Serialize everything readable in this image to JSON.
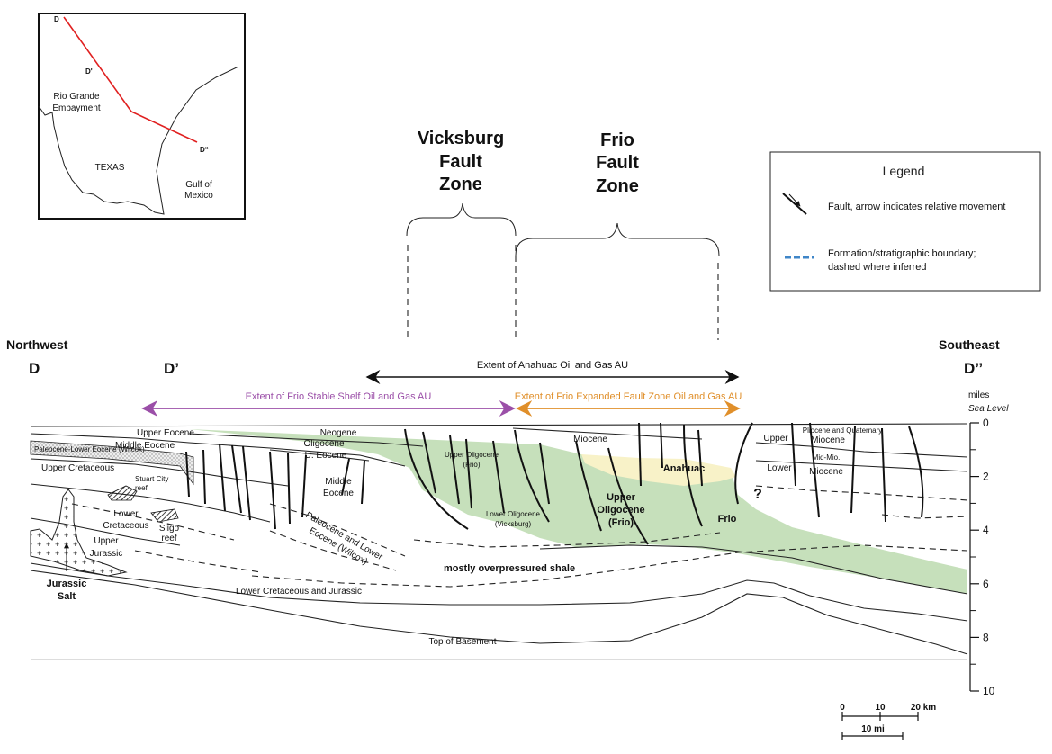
{
  "inset_map": {
    "label_d": "D",
    "label_d_prime": "D'",
    "label_d_double": "D“",
    "embayment": [
      "Rio Grande",
      "Embayment"
    ],
    "texas": "TEXAS",
    "gulf": [
      "Gulf of",
      "Mexico"
    ],
    "line_color": "#e02020"
  },
  "zones": {
    "vicksburg": [
      "Vicksburg",
      "Fault",
      "Zone"
    ],
    "frio": [
      "Frio",
      "Fault",
      "Zone"
    ]
  },
  "legend": {
    "title": "Legend",
    "fault": "Fault, arrow indicates relative movement",
    "boundary": [
      "Formation/stratigraphic boundary;",
      "dashed where inferred"
    ],
    "boundary_color": "#3f86c8"
  },
  "section": {
    "northwest": "Northwest",
    "southeast": "Southeast",
    "d": "D",
    "d_prime": "D’",
    "d_double": "D’’",
    "anahuac_extent": "Extent of Anahuac Oil and Gas AU",
    "stable_shelf_extent": "Extent of Frio Stable Shelf Oil and Gas AU",
    "expanded_extent": "Extent of Frio Expanded Fault Zone Oil and Gas AU",
    "stable_color": "#9b4fa8",
    "expanded_color": "#e08f2a",
    "frio_fill": "#c6e0bb",
    "anahuac_fill": "#f8f2c8"
  },
  "depth_axis": {
    "unit": "miles",
    "datum": "Sea Level",
    "ticks": [
      "0",
      "2",
      "4",
      "6",
      "8",
      "10"
    ]
  },
  "units": {
    "upper_eocene": "Upper Eocene",
    "middle_eocene": "Middle Eocene",
    "wilcox": "Paleocene-Lower Eocene (Wilcox)",
    "upper_cretaceous": "Upper Cretaceous",
    "stuart_city": [
      "Stuart City",
      "reef"
    ],
    "lower_cretaceous": [
      "Lower",
      "Cretaceous"
    ],
    "sligo": [
      "Sligo",
      "reef"
    ],
    "upper_jurassic": [
      "Upper",
      "Jurassic"
    ],
    "jurassic_salt": [
      "Jurassic",
      "Salt"
    ],
    "neogene": "Neogene",
    "oligocene": "Oligocene",
    "u_eocene": "U. Eocene",
    "middle_eocene_2": [
      "Middle",
      "Eocene"
    ],
    "paleocene_lower_eocene": [
      "Paleocene and Lower",
      "Eocene (Wilcox)"
    ],
    "upper_oligocene_frio_small": [
      "Upper Oligocene",
      "(Frio)"
    ],
    "lower_oligocene": [
      "Lower Oligocene",
      "(Vicksburg)"
    ],
    "miocene": "Miocene",
    "anahuac": "Anahuac",
    "upper_oligocene_frio": [
      "Upper",
      "Oligocene",
      "(Frio)"
    ],
    "frio": "Frio",
    "question": "?",
    "pliocene_quaternary": "Pliocene and Quaternary",
    "upper": "Upper",
    "miocene_r": "Miocene",
    "mid_mio": "Mid-Mio.",
    "lower": "Lower",
    "miocene_r2": "Miocene",
    "overpressured": "mostly overpressured shale",
    "lower_cret_jurassic": "Lower Cretaceous and Jurassic",
    "basement": "Top of Basement"
  },
  "scale": {
    "km_ticks": [
      "0",
      "10",
      "20 km"
    ],
    "mi_label": "10 mi"
  }
}
